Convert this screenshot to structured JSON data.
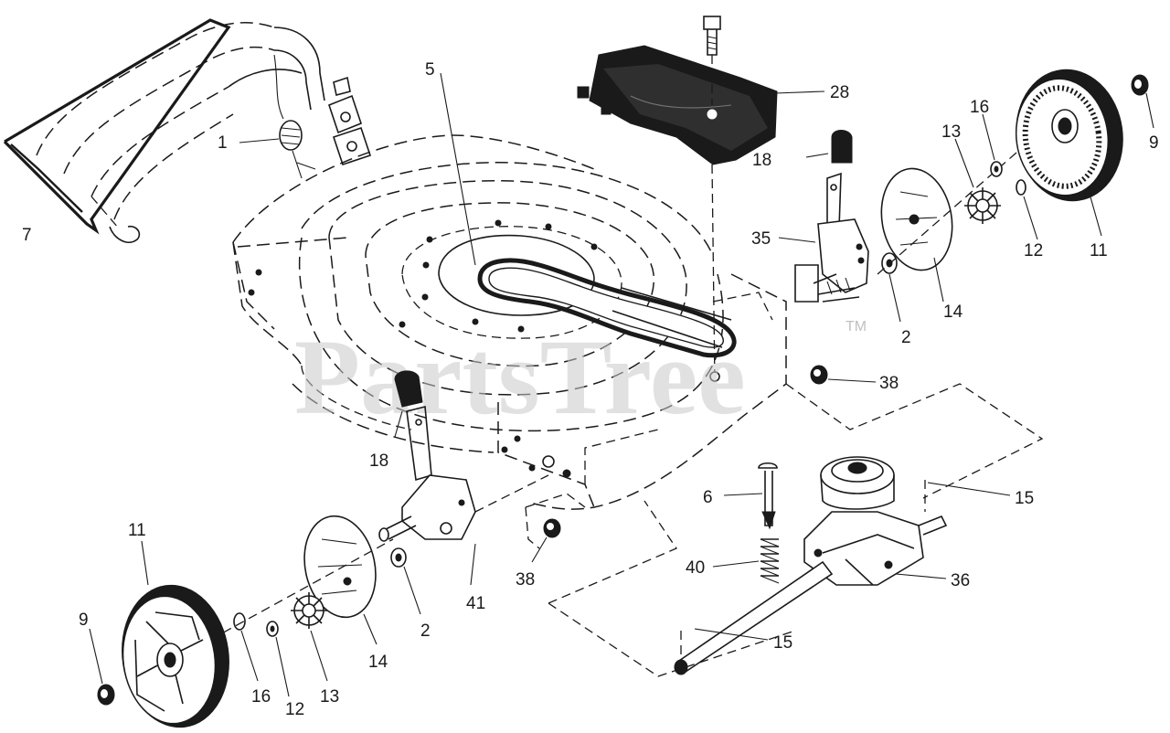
{
  "watermark": {
    "text": "PartsTree",
    "trademark": "TM"
  },
  "callouts": {
    "c1": "1",
    "c7": "7",
    "c5": "5",
    "c28": "28",
    "c18_top": "18",
    "c18_left": "18",
    "c35": "35",
    "c13_top": "13",
    "c16_top": "16",
    "c9_top": "9",
    "c11_top": "11",
    "c12_top": "12",
    "c14_top": "14",
    "c2_top": "2",
    "c38_right": "38",
    "c6": "6",
    "c15_top": "15",
    "c40": "40",
    "c36": "36",
    "c15_bottom": "15",
    "c38_left": "38",
    "c41": "41",
    "c2_bottom": "2",
    "c14_bottom": "14",
    "c11_bottom": "11",
    "c9_bottom": "9",
    "c16_bottom": "16",
    "c12_bottom": "12",
    "c13_bottom": "13"
  }
}
